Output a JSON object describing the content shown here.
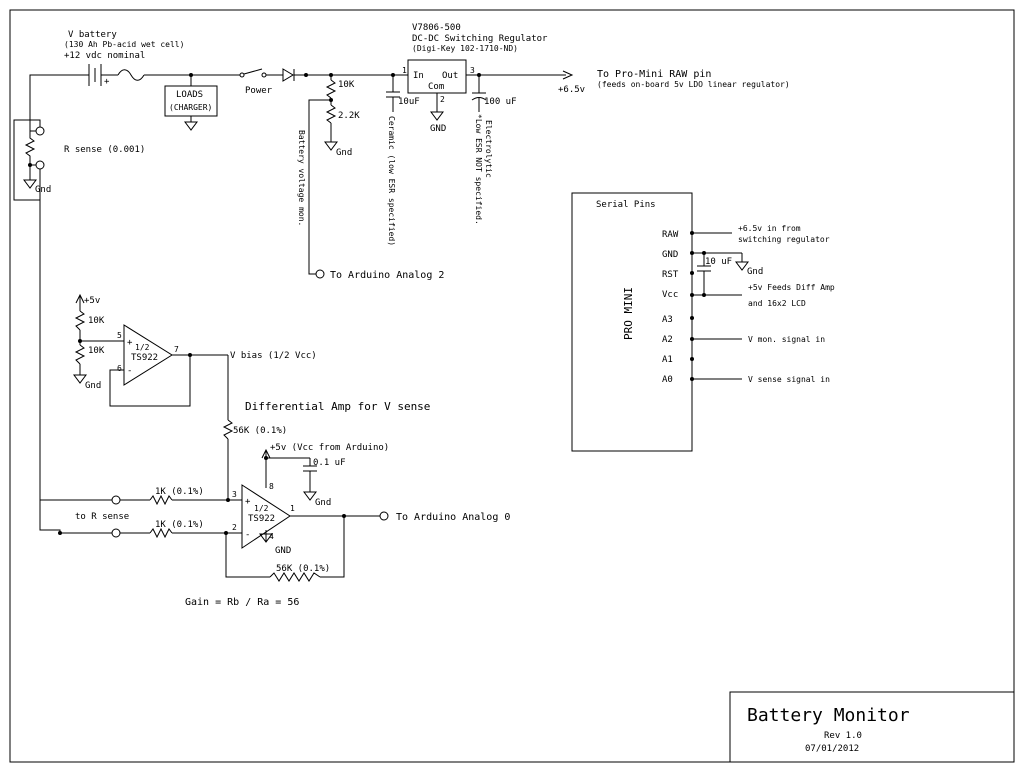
{
  "battery": {
    "label": "V battery",
    "type": "(130 Ah Pb-acid wet cell)",
    "nominal": "+12 vdc nominal",
    "plus": "+"
  },
  "loads": {
    "title": "LOADS",
    "sub": "(CHARGER)"
  },
  "power_switch": "Power",
  "regulator": {
    "part": "V7806-500",
    "desc": "DC-DC Switching Regulator",
    "digikey": "(Digi-Key 102-1710-ND)",
    "pin_in": "In",
    "pin_out": "Out",
    "pin_com": "Com",
    "pin1": "1",
    "pin2": "2",
    "pin3": "3",
    "gnd": "GND"
  },
  "raw_out": {
    "label": "To Pro-Mini RAW pin",
    "sub": "(feeds on-board 5v LDO linear regulator)",
    "voltage": "+6.5v"
  },
  "divider": {
    "r1": "10K",
    "r2": "2.2K",
    "gnd": "Gnd",
    "vertical": "Battery voltage mon.",
    "to": "To Arduino Analog 2"
  },
  "caps": {
    "c_in": "10uF",
    "c_in_note": "Ceramic (low ESR specified)",
    "c_out": "100 uF",
    "c_out_note1": "Electrolytic",
    "c_out_note2": "*Low ESR NOT specified."
  },
  "sense": {
    "label": "R sense (0.001)",
    "gnd": "Gnd",
    "to": "to R sense"
  },
  "bias_amp": {
    "supply": "+5v",
    "r_top": "10K",
    "r_bot": "10K",
    "gnd": "Gnd",
    "half": "1/2",
    "part": "TS922",
    "pin5": "5",
    "pin6": "6",
    "pin7": "7",
    "plus": "+",
    "minus": "-",
    "output": "V bias (1/2 Vcc)"
  },
  "diff_amp": {
    "heading": "Differential Amp for V sense",
    "r_bias": "56K (0.1%)",
    "supply": "+5v (Vcc from Arduino)",
    "c_bypass": "0.1 uF",
    "gnd": "Gnd",
    "gnd_pin": "GND",
    "r_in1": "1K (0.1%)",
    "r_in2": "1K (0.1%)",
    "r_fb": "56K (0.1%)",
    "half": "1/2",
    "part": "TS922",
    "pin1": "1",
    "pin2": "2",
    "pin3": "3",
    "pin4": "4",
    "pin8": "8",
    "plus": "+",
    "minus": "-",
    "to": "To Arduino Analog 0",
    "gain": "Gain = Rb / Ra = 56"
  },
  "pro_mini": {
    "header": "Serial Pins",
    "name": "PRO MINI",
    "pins": [
      "RAW",
      "GND",
      "RST",
      "Vcc",
      "A3",
      "A2",
      "A1",
      "A0"
    ],
    "raw_note1": "+6.5v in from",
    "raw_note2": "switching regulator",
    "cap": "10 uF",
    "gnd": "Gnd",
    "vcc_note1": "+5v Feeds Diff Amp",
    "vcc_note2": "and 16x2 LCD",
    "a2_note": "V mon. signal in",
    "a0_note": "V sense signal in"
  },
  "title_block": {
    "title": "Battery Monitor",
    "rev": "Rev 1.0",
    "date": "07/01/2012"
  }
}
